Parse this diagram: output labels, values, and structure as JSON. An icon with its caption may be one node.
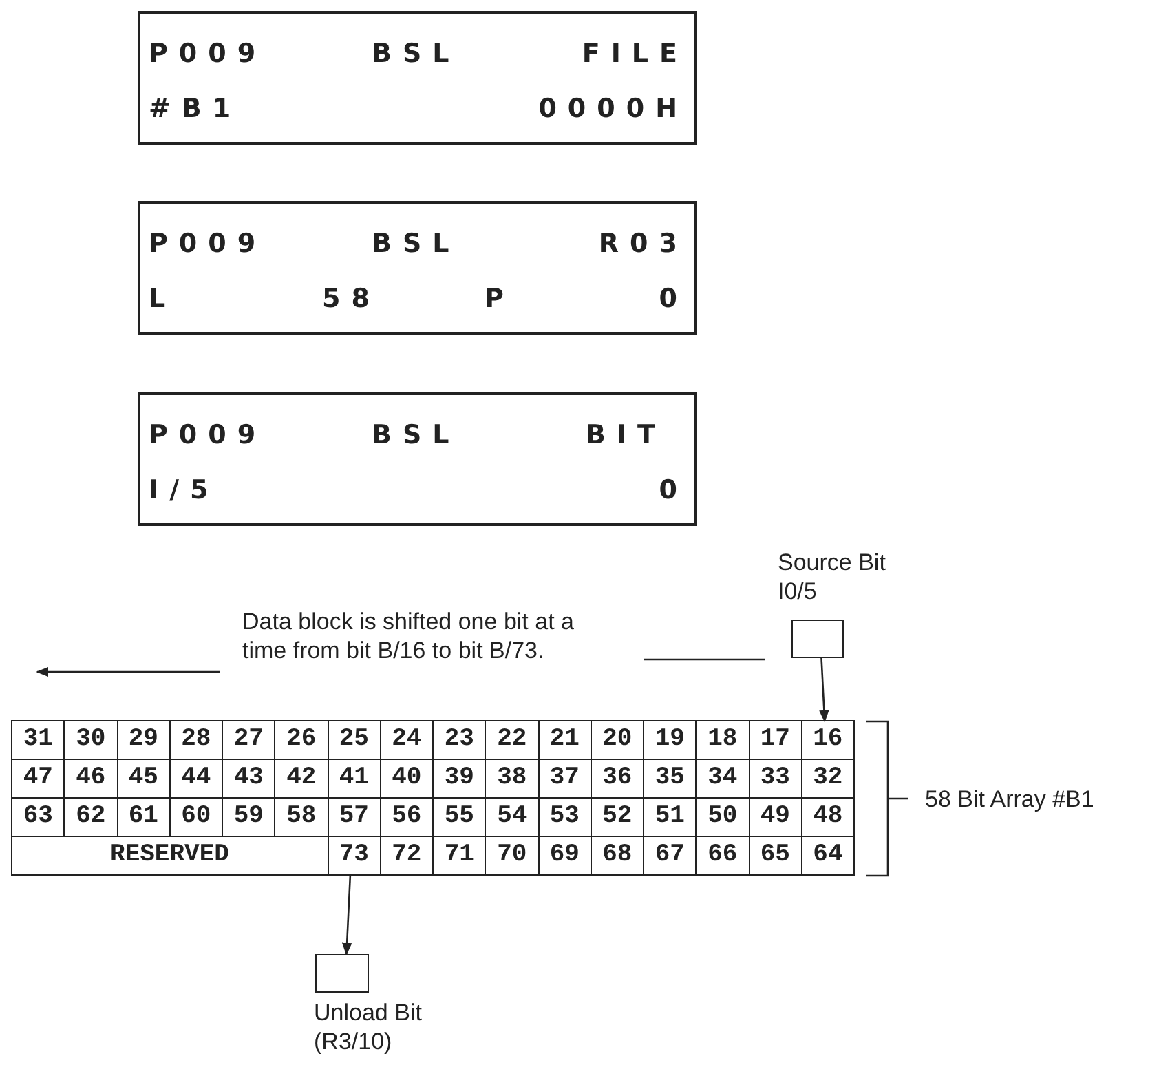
{
  "diagram": {
    "nodes": [
      {
        "text": [
          "P009",
          "BSL",
          "FILE",
          "#B1",
          "0000H"
        ]
      },
      {
        "text": [
          "P009",
          "BSL",
          "R03",
          "L",
          "58",
          "P",
          "0"
        ]
      },
      {
        "text": [
          "P009",
          "BSL",
          "BIT",
          "I/5",
          "0"
        ]
      },
      {
        "text": [],
        "shape": "box",
        "beside": [
          "Source Bit I0/5"
        ]
      },
      {
        "text": [],
        "shape": "box",
        "beside": [
          "58 Bit Array #B1"
        ]
      },
      {
        "text": [
          "31"
        ],
        "in": 4
      },
      {
        "text": [
          "30"
        ],
        "in": 4
      },
      {
        "text": [
          "29"
        ],
        "in": 4
      },
      {
        "text": [
          "28"
        ],
        "in": 4
      },
      {
        "text": [
          "27"
        ],
        "in": 4
      },
      {
        "text": [
          "26"
        ],
        "in": 4
      },
      {
        "text": [
          "25"
        ],
        "in": 4
      },
      {
        "text": [
          "24"
        ],
        "in": 4
      },
      {
        "text": [
          "23"
        ],
        "in": 4
      },
      {
        "text": [
          "22"
        ],
        "in": 4
      },
      {
        "text": [
          "21"
        ],
        "in": 4
      },
      {
        "text": [
          "20"
        ],
        "in": 4
      },
      {
        "text": [
          "19"
        ],
        "in": 4
      },
      {
        "text": [
          "18"
        ],
        "in": 4
      },
      {
        "text": [
          "17"
        ],
        "in": 4
      },
      {
        "text": [
          "16"
        ],
        "in": 4
      },
      {
        "text": [
          "47"
        ],
        "in": 4
      },
      {
        "text": [
          "46"
        ],
        "in": 4
      },
      {
        "text": [
          "45"
        ],
        "in": 4
      },
      {
        "text": [
          "44"
        ],
        "in": 4
      },
      {
        "text": [
          "43"
        ],
        "in": 4
      },
      {
        "text": [
          "42"
        ],
        "in": 4
      },
      {
        "text": [
          "41"
        ],
        "in": 4
      },
      {
        "text": [
          "40"
        ],
        "in": 4
      },
      {
        "text": [
          "39"
        ],
        "in": 4
      },
      {
        "text": [
          "38"
        ],
        "in": 4
      },
      {
        "text": [
          "37"
        ],
        "in": 4
      },
      {
        "text": [
          "36"
        ],
        "in": 4
      },
      {
        "text": [
          "35"
        ],
        "in": 4
      },
      {
        "text": [
          "34"
        ],
        "in": 4
      },
      {
        "text": [
          "33"
        ],
        "in": 4
      },
      {
        "text": [
          "32"
        ],
        "in": 4
      },
      {
        "text": [
          "63"
        ],
        "in": 4
      },
      {
        "text": [
          "62"
        ],
        "in": 4
      },
      {
        "text": [
          "61"
        ],
        "in": 4
      },
      {
        "text": [
          "60"
        ],
        "in": 4
      },
      {
        "text": [
          "59"
        ],
        "in": 4
      },
      {
        "text": [
          "58"
        ],
        "in": 4
      },
      {
        "text": [
          "57"
        ],
        "in": 4
      },
      {
        "text": [
          "56"
        ],
        "in": 4
      },
      {
        "text": [
          "55"
        ],
        "in": 4
      },
      {
        "text": [
          "54"
        ],
        "in": 4
      },
      {
        "text": [
          "53"
        ],
        "in": 4
      },
      {
        "text": [
          "52"
        ],
        "in": 4
      },
      {
        "text": [
          "51"
        ],
        "in": 4
      },
      {
        "text": [
          "50"
        ],
        "in": 4
      },
      {
        "text": [
          "49"
        ],
        "in": 4
      },
      {
        "text": [
          "48"
        ],
        "in": 4
      },
      {
        "text": [
          "RESERVED"
        ],
        "in": 4
      },
      {
        "text": [
          "73"
        ],
        "in": 4
      },
      {
        "text": [
          "72"
        ],
        "in": 4
      },
      {
        "text": [
          "71"
        ],
        "in": 4
      },
      {
        "text": [
          "70"
        ],
        "in": 4
      },
      {
        "text": [
          "69"
        ],
        "in": 4
      },
      {
        "text": [
          "68"
        ],
        "in": 4
      },
      {
        "text": [
          "67"
        ],
        "in": 4
      },
      {
        "text": [
          "66"
        ],
        "in": 4
      },
      {
        "text": [
          "65"
        ],
        "in": 4
      },
      {
        "text": [
          "64"
        ],
        "in": 4
      },
      {
        "text": [],
        "shape": "box",
        "beside": [
          "Unload Bit (R3/10)"
        ]
      }
    ],
    "edges": [
      {
        "from": 3,
        "to": 20,
        "arrow": "to"
      },
      {
        "from": 54,
        "to": 64,
        "arrow": "to"
      }
    ],
    "labels": [
      "Data block is shifted one bit at a time from bit B/16 to bit B/73."
    ]
  }
}
